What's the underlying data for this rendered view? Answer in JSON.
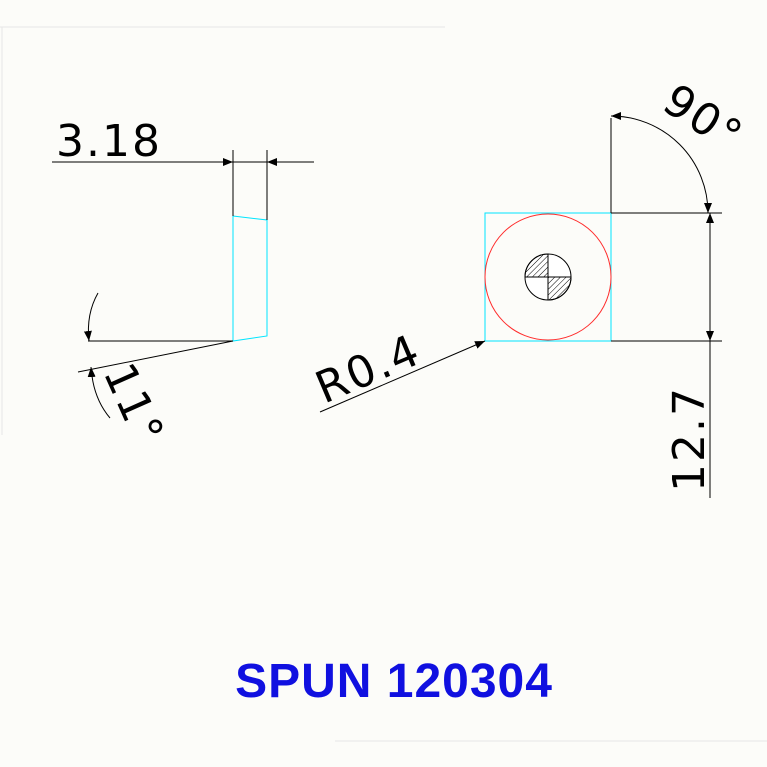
{
  "dimensions": {
    "thickness": "3.18",
    "clearance_angle": "11°",
    "corner_angle": "90°",
    "corner_radius": "R0.4",
    "inscribed_size": "12.7"
  },
  "title": "SPUN 120304",
  "colors": {
    "background": "#fcfcf9",
    "outline": "#00e5ff",
    "circle": "#ff2b2b",
    "dimension_line": "#000000",
    "title": "#1010e0"
  }
}
